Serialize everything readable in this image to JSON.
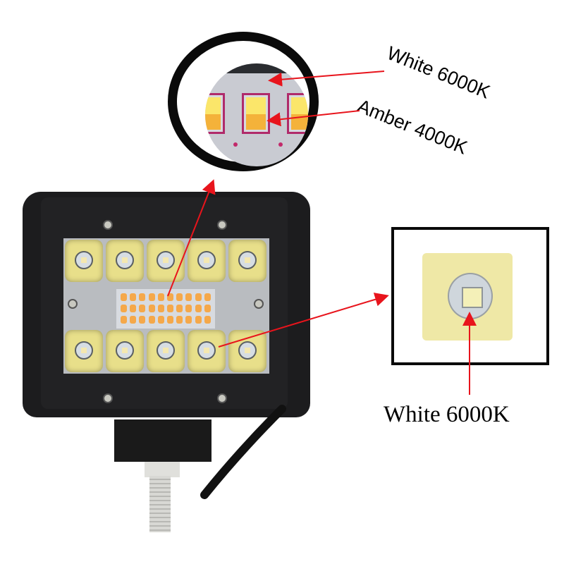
{
  "image": {
    "subject": "LED work light bar with dual-color center strip",
    "background": "#ffffff"
  },
  "callouts": {
    "magnifier": {
      "labels": [
        {
          "text": "White 6000K",
          "color": "#000000"
        },
        {
          "text": "Amber 4000K",
          "color": "#000000"
        }
      ],
      "chip_colors": {
        "white": "#fbe66a",
        "amber": "#f4b23a"
      }
    },
    "zoom_box": {
      "label": "White 6000K",
      "color": "#000000"
    },
    "arrow_color": "#e8141c"
  },
  "lamp": {
    "top_row_leds": 5,
    "bottom_row_leds": 5,
    "amber_rows": 3,
    "amber_cols": 10,
    "housing_color": "#1c1c1e",
    "reflector_color": "#e8df8a",
    "amber_color": "#f5a84a"
  }
}
